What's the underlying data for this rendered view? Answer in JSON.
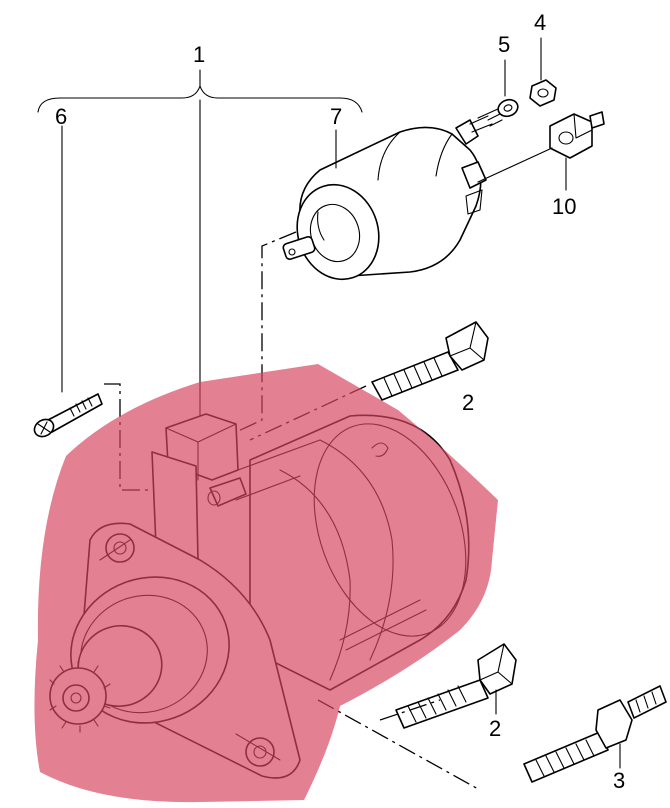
{
  "diagram": {
    "callouts": {
      "c1": "1",
      "c2a": "2",
      "c2b": "2",
      "c3": "3",
      "c4": "4",
      "c5": "5",
      "c6": "6",
      "c7": "7",
      "c10": "10"
    },
    "highlight_color": "#d6445e",
    "line_color": "#000000",
    "background_color": "#ffffff"
  }
}
